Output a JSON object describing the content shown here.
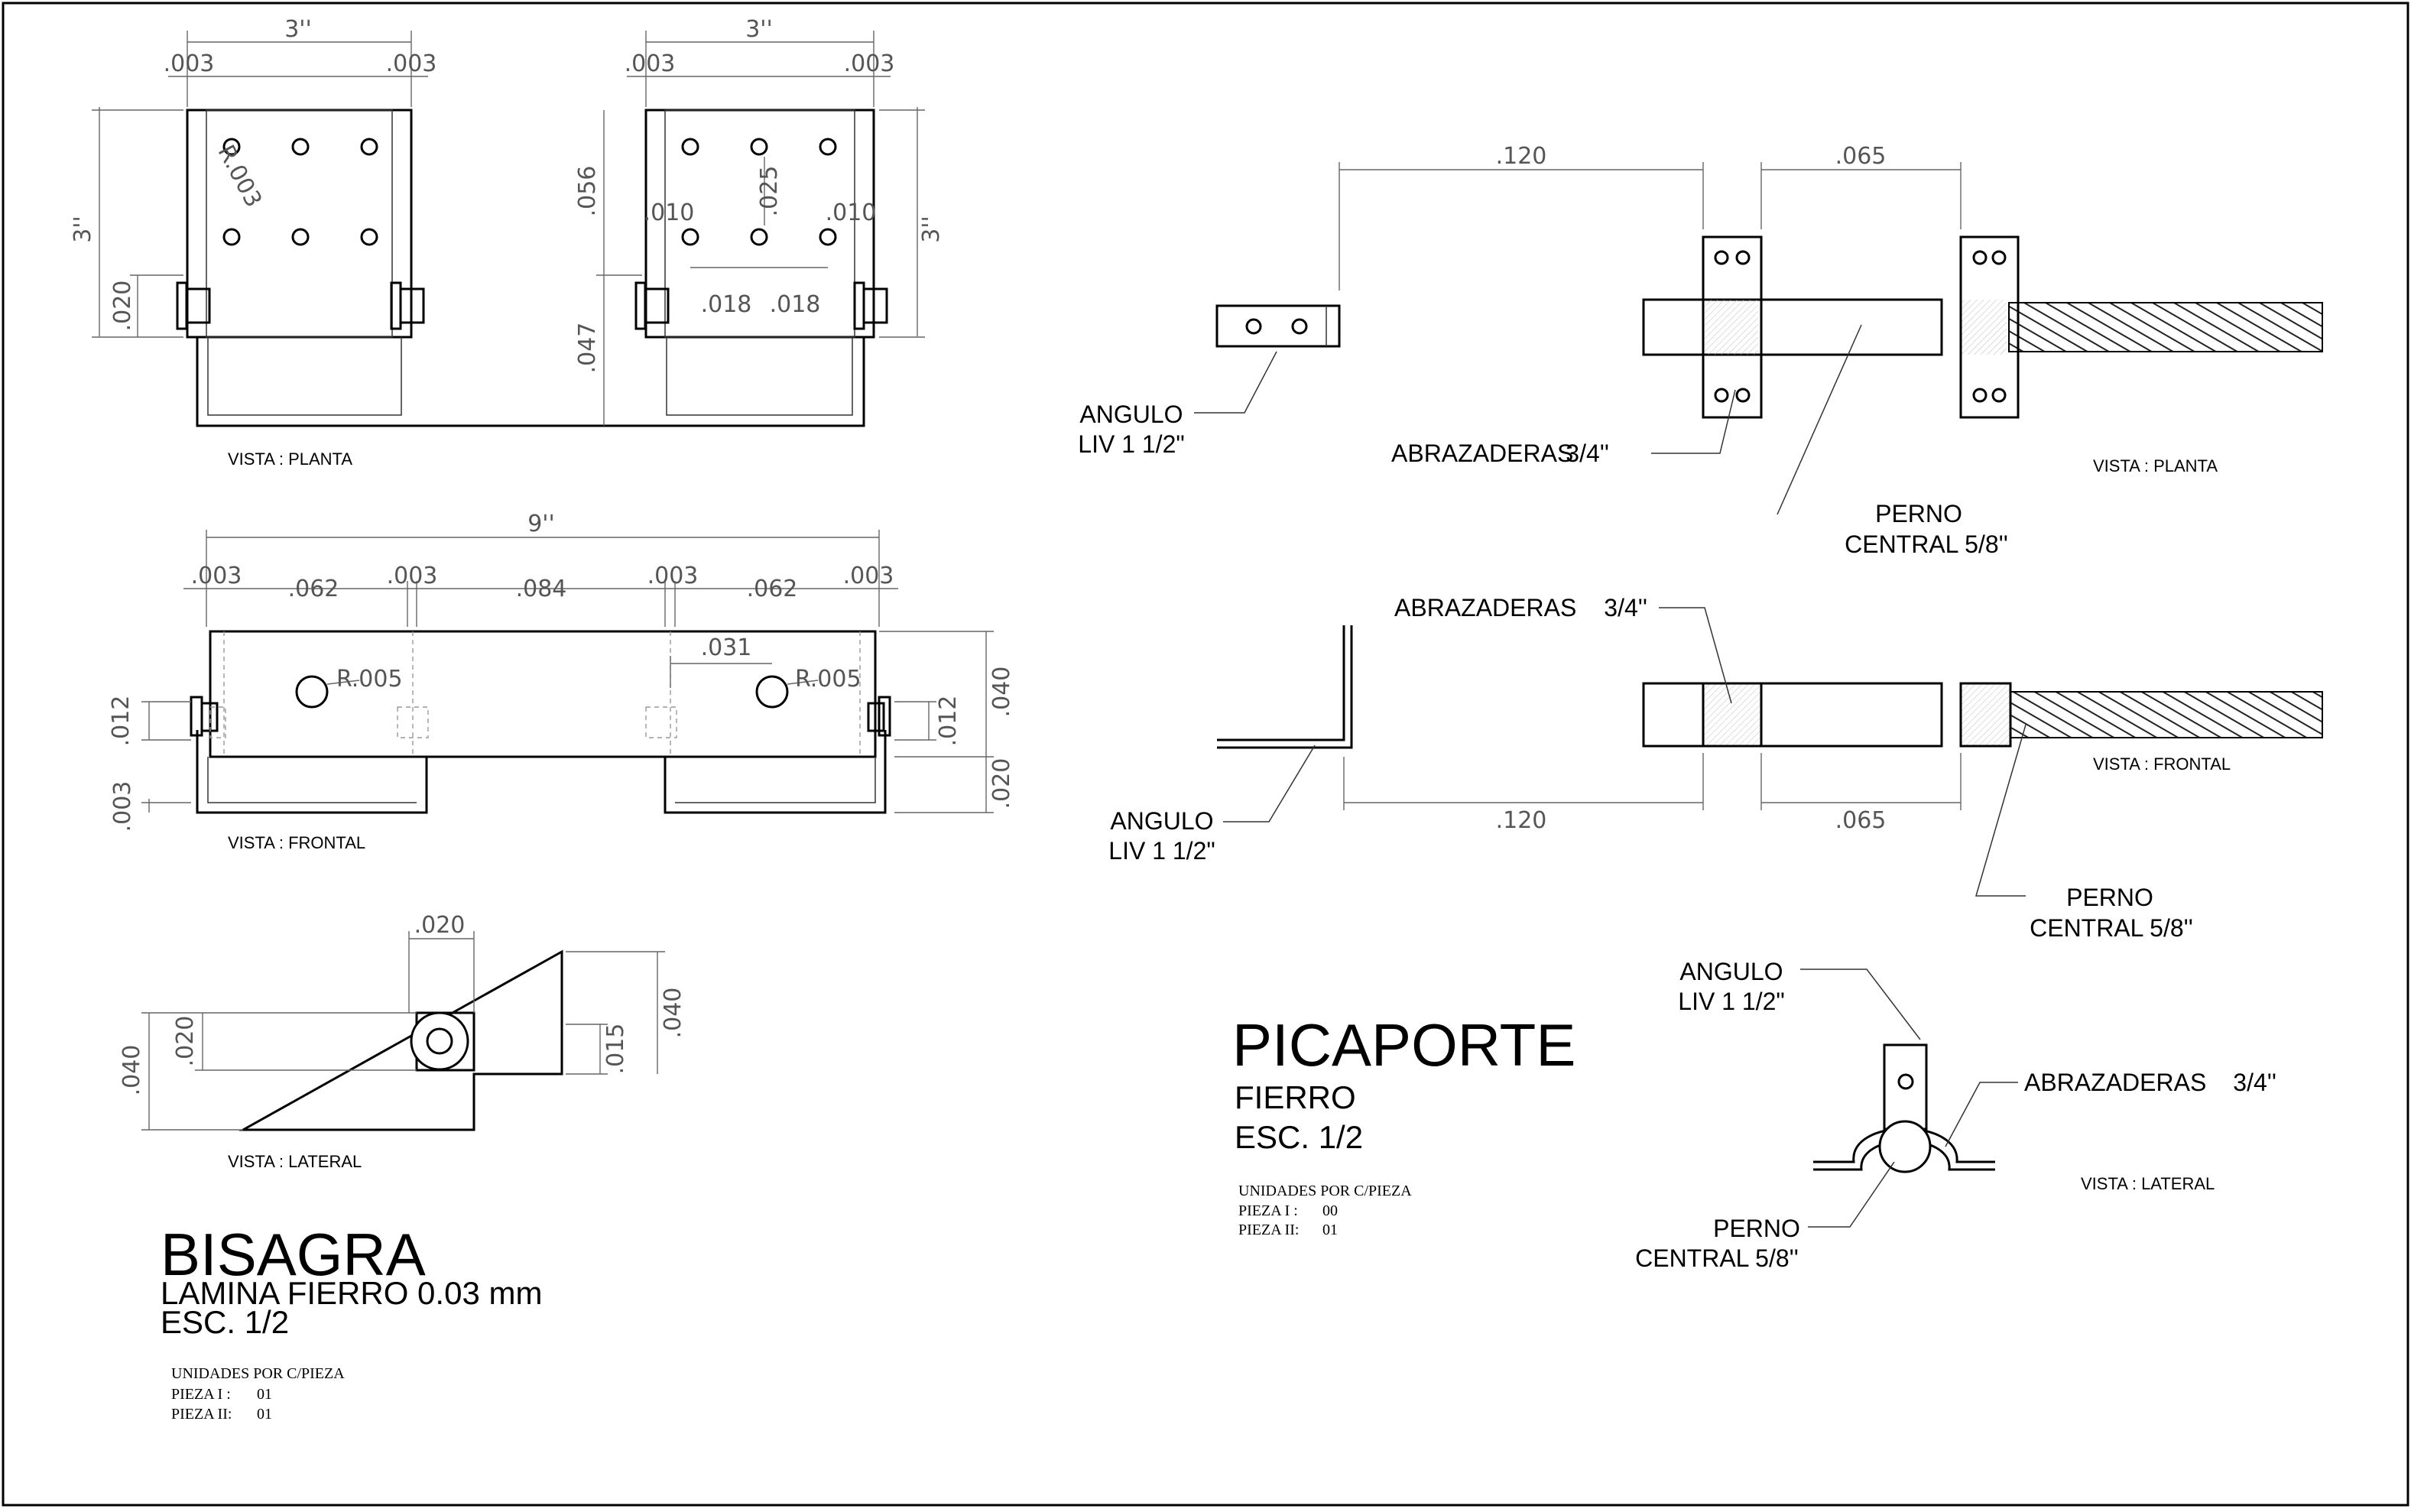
{
  "bisagra": {
    "planta": {
      "view_label": "VISTA : PLANTA",
      "dims": {
        "w1": "3''",
        "w2": "3''",
        "a": ".003",
        "b": ".003",
        "c": ".003",
        "d": ".003",
        "h_left": "3''",
        "h_right": "3''",
        "r": "R.003",
        "d020": ".020",
        "d056": ".056",
        "d047": ".047",
        "d025": ".025",
        "d010a": ".010",
        "d010b": ".010",
        "d018a": ".018",
        "d018b": ".018"
      }
    },
    "frontal": {
      "view_label": "VISTA : FRONTAL",
      "dims": {
        "total": "9''",
        "s1": ".003",
        "s2": ".062",
        "s3": ".003",
        "s4": ".084",
        "s5": ".003",
        "s6": ".062",
        "s7": ".003",
        "d031": ".031",
        "r1": "R.005",
        "r2": "R.005",
        "d012l": ".012",
        "d003": ".003",
        "d012r": ".012",
        "d040": ".040",
        "d020": ".020"
      }
    },
    "lateral": {
      "view_label": "VISTA : LATERAL",
      "dims": {
        "d020top": ".020",
        "d020": ".020",
        "d040l": ".040",
        "d015": ".015",
        "d040r": ".040"
      }
    },
    "title": "BISAGRA",
    "material": "LAMINA FIERRO 0.03 mm",
    "scale": "ESC. 1/2",
    "units": {
      "heading": "UNIDADES POR C/PIEZA",
      "p1_label": "PIEZA I :",
      "p1_val": "01",
      "p2_label": "PIEZA II:",
      "p2_val": "01"
    }
  },
  "picaporte": {
    "planta": {
      "view_label": "VISTA : PLANTA",
      "dim_a": ".120",
      "dim_b": ".065",
      "angulo_1": "ANGULO",
      "angulo_2": "LIV 1 1/2\"",
      "abrazaderas": "ABRAZADERAS",
      "abrazaderas_size": "3/4''",
      "perno_1": "PERNO",
      "perno_2": "CENTRAL 5/8''"
    },
    "frontal": {
      "view_label": "VISTA : FRONTAL",
      "dim_a": ".120",
      "dim_b": ".065",
      "angulo_1": "ANGULO",
      "angulo_2": "LIV 1 1/2\"",
      "abrazaderas": "ABRAZADERAS",
      "abrazaderas_size": "3/4''",
      "perno_1": "PERNO",
      "perno_2": "CENTRAL 5/8''"
    },
    "lateral": {
      "view_label": "VISTA : LATERAL",
      "angulo_1": "ANGULO",
      "angulo_2": "LIV 1 1/2\"",
      "abrazaderas": "ABRAZADERAS",
      "abrazaderas_size": "3/4''",
      "perno_1": "PERNO",
      "perno_2": "CENTRAL 5/8''"
    },
    "title": "PICAPORTE",
    "material": "FIERRO",
    "scale": "ESC. 1/2",
    "units": {
      "heading": "UNIDADES POR C/PIEZA",
      "p1_label": "PIEZA I :",
      "p1_val": "00",
      "p2_label": "PIEZA II:",
      "p2_val": "01"
    }
  }
}
